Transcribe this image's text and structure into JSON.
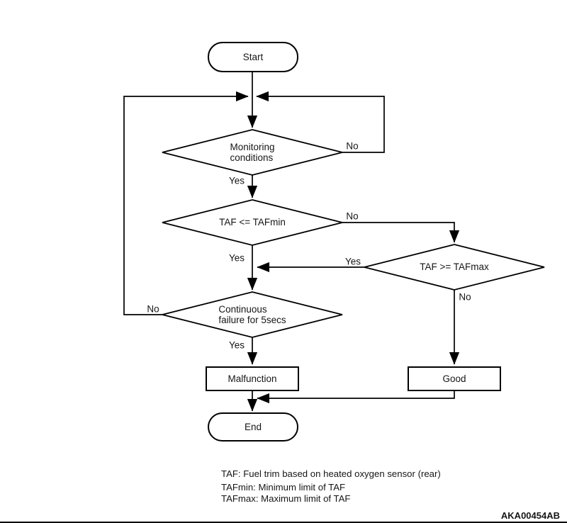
{
  "diagram": {
    "nodes": {
      "start": "Start",
      "monitoring": "Monitoring\nconditions",
      "tafmin": "TAF <= TAFmin",
      "tafmax": "TAF >= TAFmax",
      "continuous": "Continuous\nfailure for 5secs",
      "malfunction": "Malfunction",
      "good": "Good",
      "end": "End"
    },
    "edge_labels": {
      "monitoring_no": "No",
      "monitoring_yes": "Yes",
      "tafmin_no": "No",
      "tafmin_yes": "Yes",
      "tafmax_yes": "Yes",
      "tafmax_no": "No",
      "continuous_no": "No",
      "continuous_yes": "Yes"
    },
    "legend": [
      "TAF: Fuel trim based on heated oxygen sensor (rear)",
      "TAFmin: Minimum limit of TAF",
      "TAFmax: Maximum limit of TAF"
    ],
    "figure_code": "AKA00454AB",
    "colors": {
      "line": "#000000",
      "text": "#161616",
      "background": "#ffffff"
    }
  }
}
